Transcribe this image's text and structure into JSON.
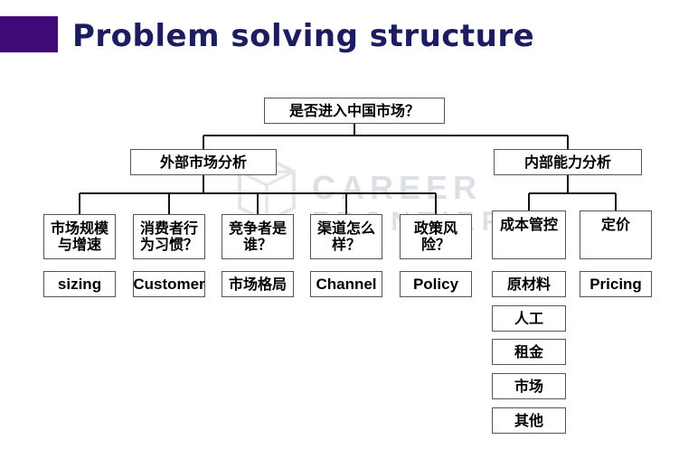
{
  "title": "Problem solving structure",
  "accent_color": "#3f0a78",
  "title_color": "#1c1c60",
  "watermark": {
    "line1": "CAREER",
    "line2": "FRONTIER"
  },
  "root": "是否进入中国市场？",
  "branches": {
    "external": "外部市场分析",
    "internal": "内部能力分析"
  },
  "external_factors": [
    {
      "label": "市场规模与增速",
      "tag": "sizing"
    },
    {
      "label": "消费者行为习惯？",
      "tag": "Customer"
    },
    {
      "label": "竞争者是谁？",
      "tag": "市场格局"
    },
    {
      "label": "渠道怎么样？",
      "tag": "Channel"
    },
    {
      "label": "政策风险？",
      "tag": "Policy"
    }
  ],
  "internal_factors": [
    {
      "label": "成本管控",
      "subitems": [
        "原材料",
        "人工",
        "租金",
        "市场",
        "其他"
      ]
    },
    {
      "label": "定价",
      "tag": "Pricing"
    }
  ]
}
